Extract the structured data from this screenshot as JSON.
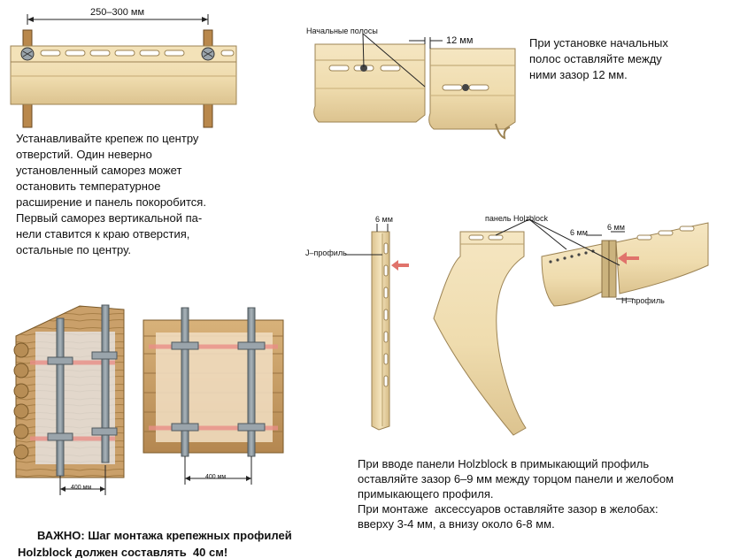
{
  "top_left": {
    "dim": "250–300 мм",
    "text": [
      "Устанавливайте крепеж по центру",
      "отверстий. Один неверно",
      "установленный саморез может",
      "остановить температурное",
      "расширение и панель покоробится.",
      "Первый саморез вертикальной па-",
      "нели ставится к краю отверстия,",
      "остальные по центру."
    ]
  },
  "top_right": {
    "label_strips": "Начальные полосы",
    "gap": "12 мм",
    "text": [
      "При установке начальных",
      "полос оставляйте между",
      "ними зазор 12 мм."
    ]
  },
  "mid_right": {
    "label_6mm_a": "6 мм",
    "label_j": "J–профиль",
    "label_panel": "панель Holzblock",
    "label_6mm_b": "6 мм",
    "label_6mm_c": "6 мм",
    "label_h": "Н–профиль"
  },
  "bottom_left": {
    "dim_a": "400 мм",
    "dim_b": "400 мм",
    "important": [
      "ВАЖНО: Шаг монтажа крепежных профилей",
      "Holzblock должен составлять  40 см!"
    ]
  },
  "bottom_right": {
    "text": [
      "При вводе панели Holzblock в примыкающий профиль",
      "оставляйте зазор 6–9 мм между торцом панели и желобом",
      "примыкающего профиля.",
      "При монтаже  аксессуаров оставляйте зазор в желобах:",
      "вверху 3-4 мм, а внизу около 6-8 мм."
    ]
  },
  "colors": {
    "panel": "#f1dfb4",
    "panel_dark": "#d9c08c",
    "wood": "#c9a063",
    "metal": "#8e9aa1",
    "arrow": "#e0736b"
  }
}
